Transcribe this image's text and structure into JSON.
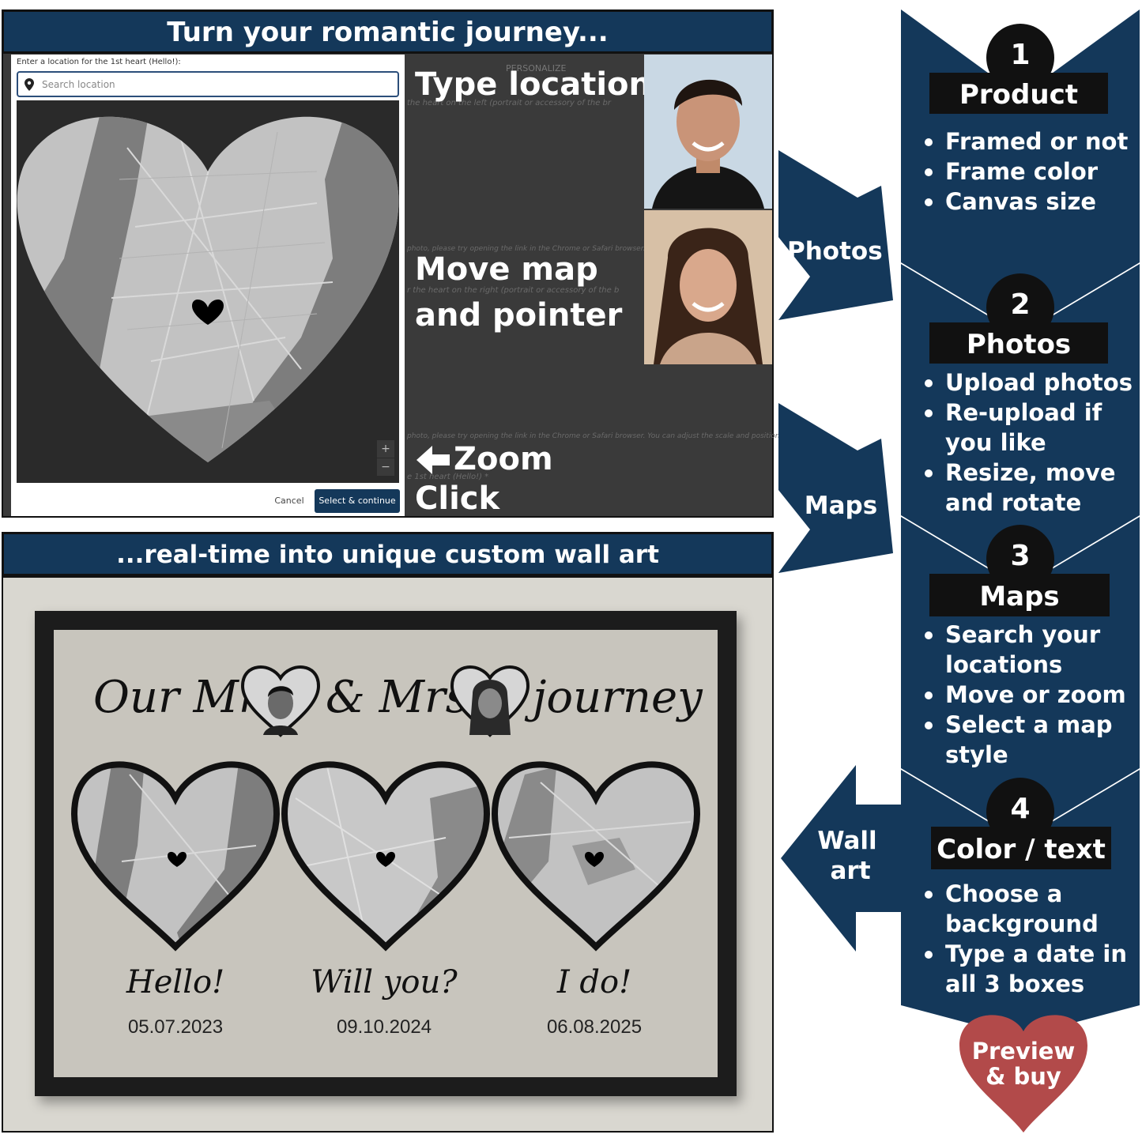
{
  "banners": {
    "top": "Turn your romantic journey...",
    "bottom": "...real-time into unique custom wall art"
  },
  "editor": {
    "location_label": "Enter a location for the 1st heart (Hello!):",
    "search_placeholder": "Search location",
    "zoom_in": "+",
    "zoom_out": "−",
    "cancel_label": "Cancel",
    "select_label": "Select & continue",
    "bg_personalize": "PERSONALIZE",
    "bg_left_heart": "the heart on the left (portrait or accessory of the br",
    "bg_photo_note_1": "photo, please try opening the link in the Chrome or Safari browser.",
    "bg_right_heart": "r the heart on the right (portrait or accessory of the b",
    "bg_photo_note_2": "photo, please try opening the link in the Chrome or Safari browser. You can adjust the scale and position",
    "bg_first_heart": "e 1st heart (Hello!) *"
  },
  "overlay": {
    "type_location": "Type location",
    "move_map_line1": "Move map",
    "move_map_line2": "and pointer",
    "zoom": "Zoom",
    "click": "Click"
  },
  "arrows": {
    "photos": "Photos",
    "maps": "Maps",
    "wall_art_line1": "Wall",
    "wall_art_line2": "art"
  },
  "steps": [
    {
      "num": "1",
      "title": "Product",
      "bullets": [
        "Framed or not",
        "Frame color",
        "Canvas size"
      ]
    },
    {
      "num": "2",
      "title": "Photos",
      "bullets": [
        "Upload photos",
        "Re-upload if you like",
        "Resize, move and rotate"
      ]
    },
    {
      "num": "3",
      "title": "Maps",
      "bullets": [
        "Search your locations",
        "Move or zoom",
        "Select a map style"
      ]
    },
    {
      "num": "4",
      "title": "Color / text",
      "bullets": [
        "Choose a background",
        "Type a date in all 3 boxes"
      ]
    }
  ],
  "cta": {
    "line1": "Preview",
    "line2": "& buy"
  },
  "poster": {
    "title_part1": "Our Mr.",
    "title_part2": "& Mrs.",
    "title_part3": "journey",
    "hearts": [
      {
        "caption": "Hello!",
        "date": "05.07.2023"
      },
      {
        "caption": "Will you?",
        "date": "09.10.2024"
      },
      {
        "caption": "I do!",
        "date": "06.08.2025"
      }
    ]
  },
  "colors": {
    "navy": "#14385a",
    "black": "#111111",
    "cta_red": "#b24a4a",
    "poster_bg": "#c8c5bd",
    "map_gray": "#c2c2c2",
    "water_gray": "#7d7d7d"
  },
  "icons": {
    "location_pin": "location-pin-icon",
    "left_arrow": "left-arrow-icon",
    "heart_pointer": "heart-pointer-icon"
  }
}
